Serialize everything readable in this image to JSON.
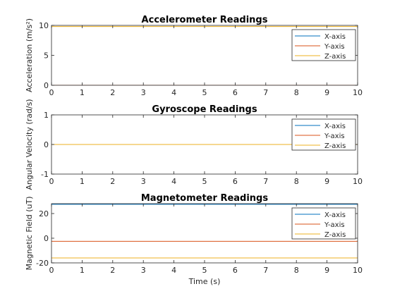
{
  "chart_data": [
    {
      "type": "line",
      "title": "Accelerometer Readings",
      "ylabel": "Acceleration (m/s²)",
      "xlabel": "",
      "xlim": [
        0,
        10
      ],
      "ylim": [
        0,
        10
      ],
      "xticks": [
        0,
        1,
        2,
        3,
        4,
        5,
        6,
        7,
        8,
        9,
        10
      ],
      "yticks": [
        0,
        5,
        10
      ],
      "grid": false,
      "legend_position": "top-right",
      "series": [
        {
          "name": "X-axis",
          "color": "#0072BD",
          "x": [
            0,
            10
          ],
          "y": [
            0,
            0
          ]
        },
        {
          "name": "Y-axis",
          "color": "#D95319",
          "x": [
            0,
            10
          ],
          "y": [
            0,
            0
          ]
        },
        {
          "name": "Z-axis",
          "color": "#EDB120",
          "x": [
            0,
            10
          ],
          "y": [
            9.81,
            9.81
          ]
        }
      ]
    },
    {
      "type": "line",
      "title": "Gyroscope Readings",
      "ylabel": "Angular Velocity (rad/s)",
      "xlabel": "",
      "xlim": [
        0,
        10
      ],
      "ylim": [
        -1,
        1
      ],
      "xticks": [
        0,
        1,
        2,
        3,
        4,
        5,
        6,
        7,
        8,
        9,
        10
      ],
      "yticks": [
        -1,
        0,
        1
      ],
      "grid": false,
      "legend_position": "top-right",
      "series": [
        {
          "name": "X-axis",
          "color": "#0072BD",
          "x": [
            0,
            10
          ],
          "y": [
            0,
            0
          ]
        },
        {
          "name": "Y-axis",
          "color": "#D95319",
          "x": [
            0,
            10
          ],
          "y": [
            0,
            0
          ]
        },
        {
          "name": "Z-axis",
          "color": "#EDB120",
          "x": [
            0,
            10
          ],
          "y": [
            0,
            0
          ]
        }
      ]
    },
    {
      "type": "line",
      "title": "Magnetometer Readings",
      "ylabel": "Magnetic Field (uT)",
      "xlabel": "Time (s)",
      "xlim": [
        0,
        10
      ],
      "ylim": [
        -20,
        28
      ],
      "xticks": [
        0,
        1,
        2,
        3,
        4,
        5,
        6,
        7,
        8,
        9,
        10
      ],
      "yticks": [
        -20,
        0,
        20
      ],
      "grid": false,
      "legend_position": "top-right",
      "series": [
        {
          "name": "X-axis",
          "color": "#0072BD",
          "x": [
            0,
            10
          ],
          "y": [
            27.5,
            27.5
          ]
        },
        {
          "name": "Y-axis",
          "color": "#D95319",
          "x": [
            0,
            10
          ],
          "y": [
            -2.5,
            -2.5
          ]
        },
        {
          "name": "Z-axis",
          "color": "#EDB120",
          "x": [
            0,
            10
          ],
          "y": [
            -16,
            -16
          ]
        }
      ]
    }
  ]
}
